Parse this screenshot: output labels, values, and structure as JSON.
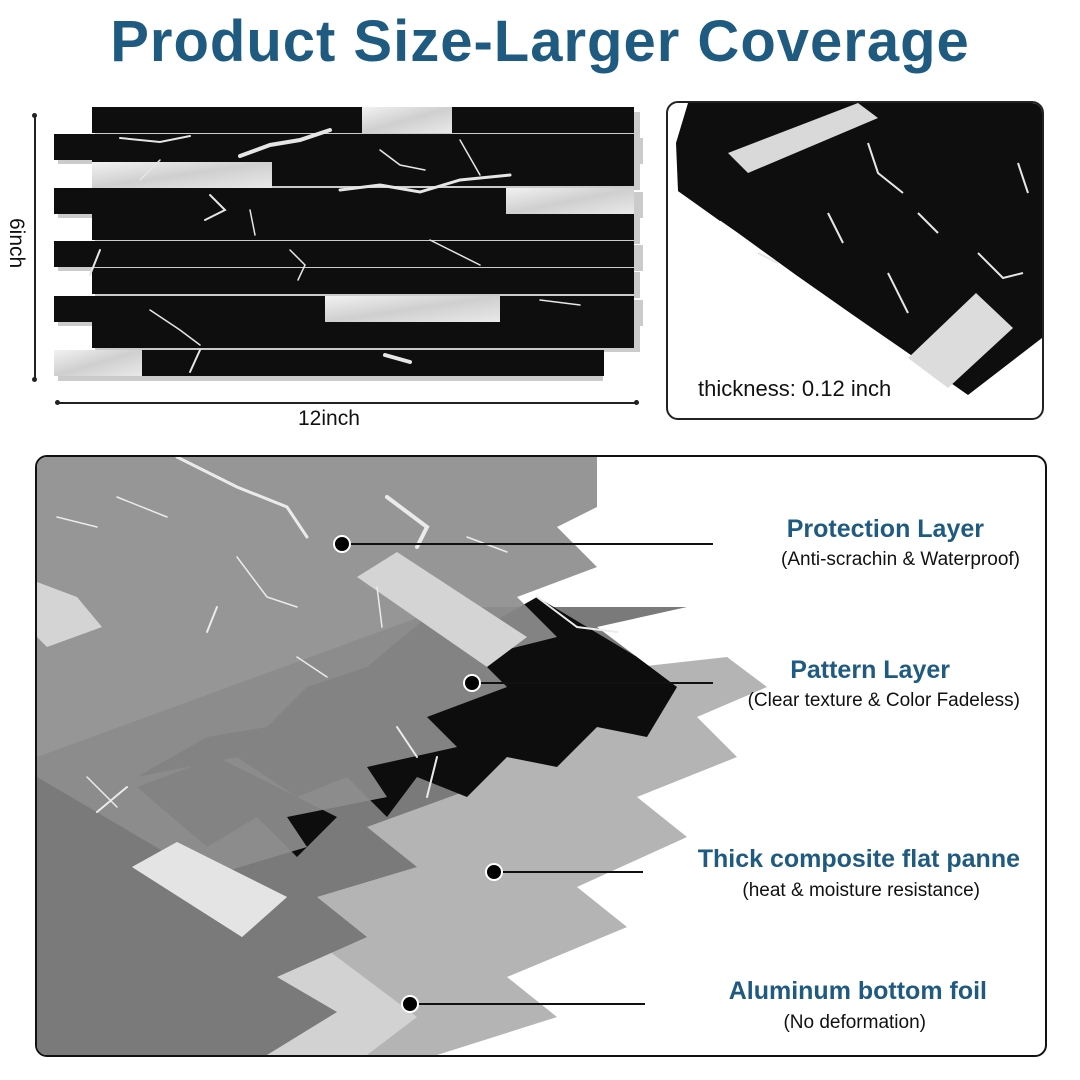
{
  "title": "Product Size-Larger Coverage",
  "dimensions": {
    "height_label": "6inch",
    "width_label": "12inch",
    "thickness_label": "thickness: 0.12 inch"
  },
  "layers": [
    {
      "name": "Protection Layer",
      "description": "(Anti-scrachin & Waterproof)"
    },
    {
      "name": "Pattern Layer",
      "description": "(Clear texture & Color Fadeless)"
    },
    {
      "name": "Thick composite flat panne",
      "description": "(heat & moisture resistance)"
    },
    {
      "name": "Aluminum bottom foil",
      "description": "(No deformation)"
    }
  ],
  "colors": {
    "title": "#1f5b80",
    "tile_black": "#111111",
    "tile_silver": "#d9d9d9",
    "vein_white": "#e8e8e8",
    "protection_gray": "#8a8a8a",
    "composite_gray": "#7a7a7a",
    "foil_gray": "#b0b0b0"
  }
}
